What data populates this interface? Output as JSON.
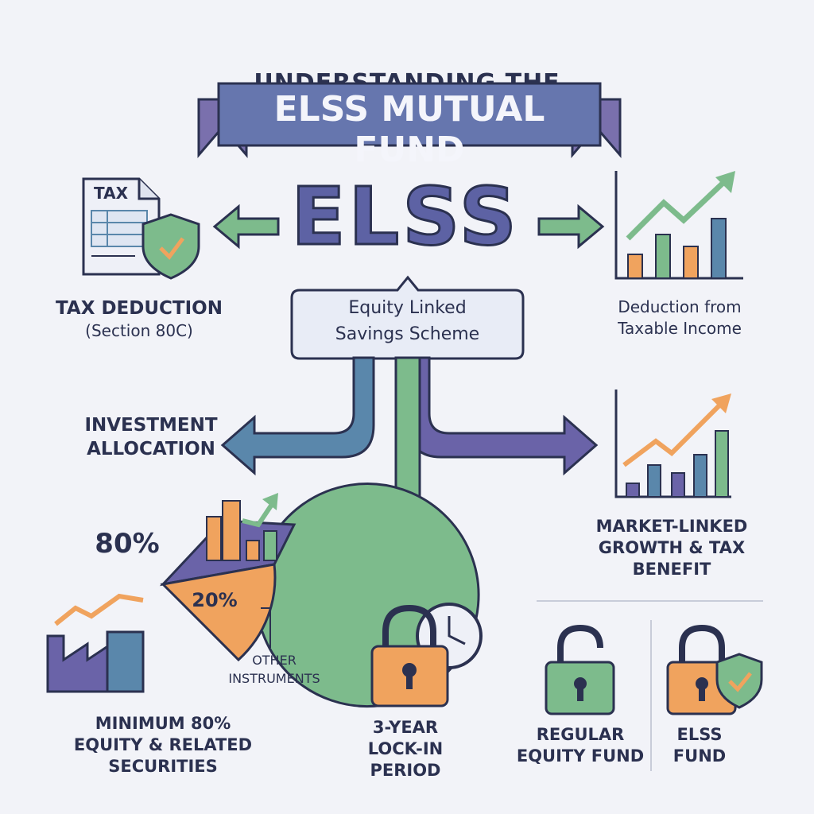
{
  "title": {
    "line1": "UNDERSTANDING THE",
    "banner": "ELSS MUTUAL FUND"
  },
  "center": {
    "acronym": "ELSS",
    "expansion_line1": "Equity Linked",
    "expansion_line2": "Savings Scheme"
  },
  "tax": {
    "doc_label": "TAX",
    "label_line1": "TAX DEDUCTION",
    "label_line2": "(Section 80C)"
  },
  "deduction": {
    "line1": "Deduction from",
    "line2": "Taxable Income"
  },
  "allocation": {
    "heading_line1": "INVESTMENT",
    "heading_line2": "ALLOCATION",
    "equity_pct": "80%",
    "other_pct": "20%",
    "other_label_line1": "OTHER",
    "other_label_line2": "INSTRUMENTS",
    "footer_line1": "MINIMUM 80%",
    "footer_line2": "EQUITY & RELATED",
    "footer_line3": "SECURITIES"
  },
  "lockin": {
    "line1": "3-YEAR",
    "line2": "LOCK-IN",
    "line3": "PERIOD"
  },
  "growth": {
    "line1": "MARKET-LINKED",
    "line2": "GROWTH & TAX",
    "line3": "BENEFIT"
  },
  "comparison": {
    "regular_line1": "REGULAR",
    "regular_line2": "EQUITY FUND",
    "elss_line1": "ELSS",
    "elss_line2": "FUND"
  },
  "colors": {
    "purple": "#5d62a4",
    "green": "#7dbb8c",
    "orange": "#f0a35e",
    "blue": "#5a87ab",
    "navy": "#2b3150"
  }
}
